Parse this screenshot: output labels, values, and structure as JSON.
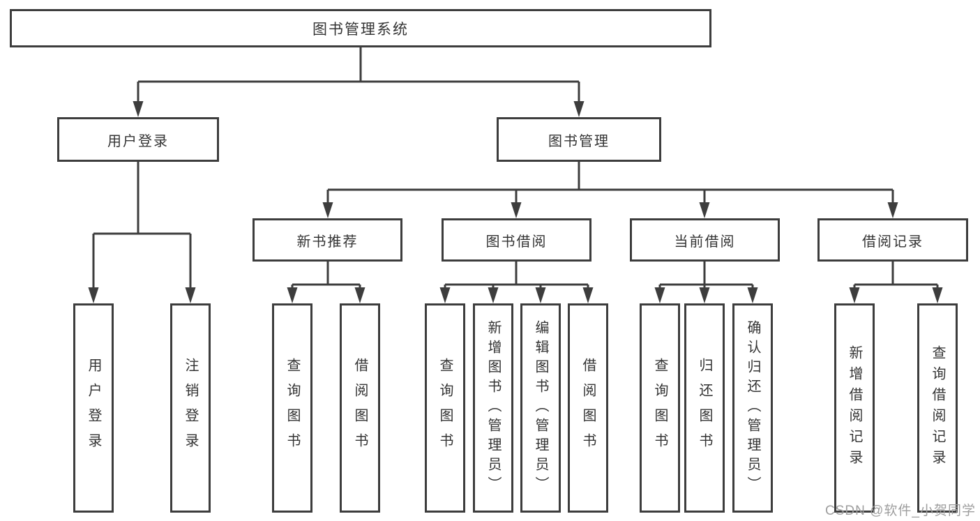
{
  "diagram_type": "tree",
  "colors": {
    "line": "#3d3d3d",
    "box_border": "#3d3d3d",
    "box_fill": "#ffffff",
    "text": "#333333",
    "watermark": "#9e9e9e"
  },
  "tree": {
    "label": "图书管理系统",
    "children": [
      {
        "label": "用户登录",
        "children": [
          {
            "label": "用户登录"
          },
          {
            "label": "注销登录"
          }
        ]
      },
      {
        "label": "图书管理",
        "children": [
          {
            "label": "新书推荐",
            "children": [
              {
                "label": "查询图书"
              },
              {
                "label": "借阅图书"
              }
            ]
          },
          {
            "label": "图书借阅",
            "children": [
              {
                "label": "查询图书"
              },
              {
                "label": "新增图书（管理员）"
              },
              {
                "label": "编辑图书（管理员）"
              },
              {
                "label": "借阅图书"
              }
            ]
          },
          {
            "label": "当前借阅",
            "children": [
              {
                "label": "查询图书"
              },
              {
                "label": "归还图书"
              },
              {
                "label": "确认归还（管理员）"
              }
            ]
          },
          {
            "label": "借阅记录",
            "children": [
              {
                "label": "新增借阅记录"
              },
              {
                "label": "查询借阅记录"
              }
            ]
          }
        ]
      }
    ]
  },
  "watermark": {
    "text": "CSDN @软件_小贺同学"
  }
}
